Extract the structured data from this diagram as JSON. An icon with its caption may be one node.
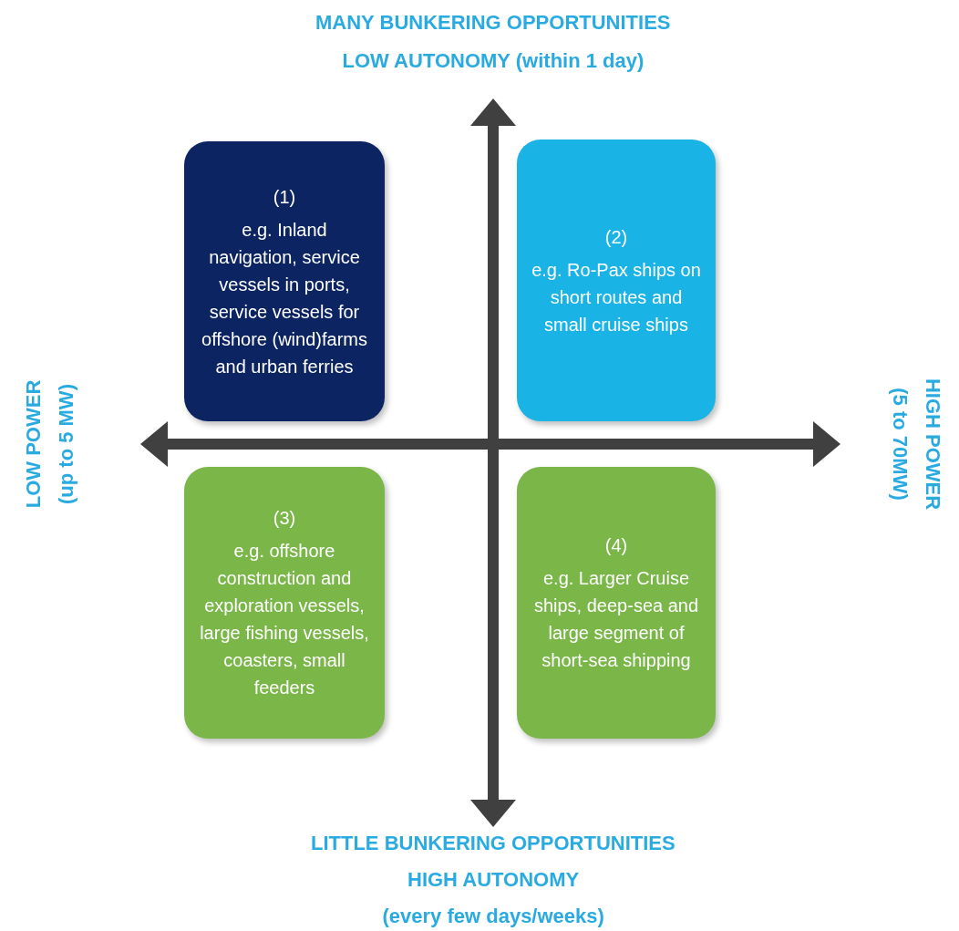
{
  "diagram": {
    "nodes": [
      {
        "text": [
          "(1)",
          "e.g. Inland navigation, service vessels in ports, service vessels for offshore (wind)farms and urban ferries"
        ]
      },
      {
        "text": [
          "(2)",
          "e.g. Ro-Pax ships on short routes and small cruise ships"
        ]
      },
      {
        "text": [
          "(3)",
          "e.g. offshore construction and exploration vessels, large fishing vessels, coasters, small feeders"
        ]
      },
      {
        "text": [
          "(4)",
          "e.g. Larger Cruise ships, deep-sea and large segment of short-sea shipping"
        ]
      }
    ],
    "labels": [
      "MANY BUNKERING OPPORTUNITIES",
      "LOW AUTONOMY (within 1 day)",
      "LOW POWER",
      "(up to 5 MW)",
      "HIGH POWER",
      "(5 to 70MW)",
      "LITTLE BUNKERING OPPORTUNITIES",
      "HIGH AUTONOMY",
      "(every few days/weeks)"
    ]
  }
}
